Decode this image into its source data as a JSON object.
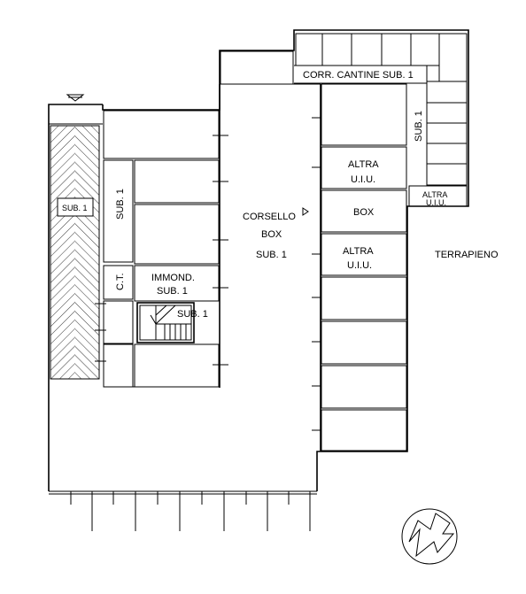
{
  "labels": {
    "corr_cantine": "CORR. CANTINE SUB. 1",
    "sub1_right": "SUB. 1",
    "altra_small_1": "ALTRA",
    "altra_small_2": "U.I.U.",
    "altra_a1": "ALTRA",
    "altra_a2": "U.I.U.",
    "box": "BOX",
    "altra_b1": "ALTRA",
    "altra_b2": "U.I.U.",
    "corsello_1": "CORSELLO",
    "corsello_2": "BOX",
    "corsello_3": "SUB. 1",
    "terrapieno": "TERRAPIENO",
    "sub1_hatched": "SUB. 1",
    "sub1_vertical": "SUB. 1",
    "ct": "C.T.",
    "immond_1": "IMMOND.",
    "immond_2": "SUB. 1",
    "sub1_stair": "SUB. 1",
    "north": "N"
  }
}
